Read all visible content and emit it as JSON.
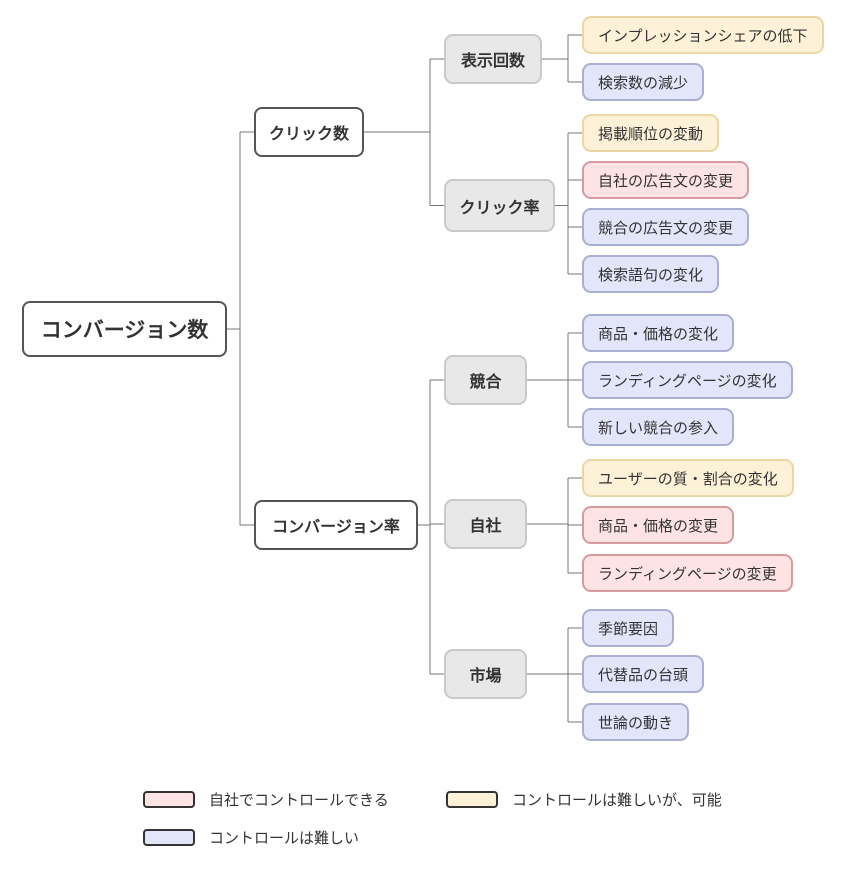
{
  "root": {
    "label": "コンバージョン数"
  },
  "level1": {
    "clicks": "クリック数",
    "cvr": "コンバージョン率"
  },
  "level2": {
    "impressions": "表示回数",
    "ctr": "クリック率",
    "competitor": "競合",
    "own": "自社",
    "market": "市場"
  },
  "leaves": {
    "impressions": [
      {
        "label": "インプレッションシェアの低下",
        "control": "possible"
      },
      {
        "label": "検索数の減少",
        "control": "difficult"
      }
    ],
    "ctr": [
      {
        "label": "掲載順位の変動",
        "control": "possible"
      },
      {
        "label": "自社の広告文の変更",
        "control": "own"
      },
      {
        "label": "競合の広告文の変更",
        "control": "difficult"
      },
      {
        "label": "検索語句の変化",
        "control": "difficult"
      }
    ],
    "competitor": [
      {
        "label": "商品・価格の変化",
        "control": "difficult"
      },
      {
        "label": "ランディングページの変化",
        "control": "difficult"
      },
      {
        "label": "新しい競合の参入",
        "control": "difficult"
      }
    ],
    "own": [
      {
        "label": "ユーザーの質・割合の変化",
        "control": "possible"
      },
      {
        "label": "商品・価格の変更",
        "control": "own"
      },
      {
        "label": "ランディングページの変更",
        "control": "own"
      }
    ],
    "market": [
      {
        "label": "季節要因",
        "control": "difficult"
      },
      {
        "label": "代替品の台頭",
        "control": "difficult"
      },
      {
        "label": "世論の動き",
        "control": "difficult"
      }
    ]
  },
  "legend": {
    "own": "自社でコントロールできる",
    "possible": "コントロールは難しいが、可能",
    "difficult": "コントロールは難しい"
  },
  "colors": {
    "own_fill": "#fde3e4",
    "possible_fill": "#fdf1d8",
    "difficult_fill": "#e3e6fa",
    "connector": "#777777"
  }
}
